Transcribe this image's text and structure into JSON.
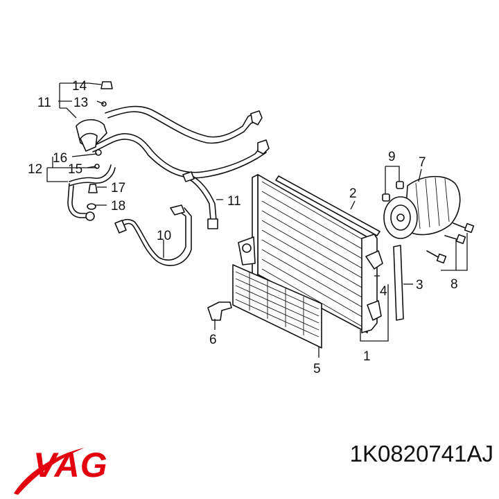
{
  "diagram": {
    "callouts": [
      {
        "id": "c1",
        "label": "1"
      },
      {
        "id": "c2",
        "label": "2"
      },
      {
        "id": "c3",
        "label": "3"
      },
      {
        "id": "c4",
        "label": "4"
      },
      {
        "id": "c5",
        "label": "5"
      },
      {
        "id": "c6",
        "label": "6"
      },
      {
        "id": "c7",
        "label": "7"
      },
      {
        "id": "c8",
        "label": "8"
      },
      {
        "id": "c9",
        "label": "9"
      },
      {
        "id": "c10",
        "label": "10"
      },
      {
        "id": "c11a",
        "label": "11"
      },
      {
        "id": "c11b",
        "label": "11"
      },
      {
        "id": "c12",
        "label": "12"
      },
      {
        "id": "c13",
        "label": "13"
      },
      {
        "id": "c14",
        "label": "14"
      },
      {
        "id": "c15",
        "label": "15"
      },
      {
        "id": "c16",
        "label": "16"
      },
      {
        "id": "c17",
        "label": "17"
      },
      {
        "id": "c18",
        "label": "18"
      }
    ]
  },
  "brand": {
    "name": "VAG",
    "color": "#e3000f"
  },
  "part_number": "1K0820741AJ"
}
